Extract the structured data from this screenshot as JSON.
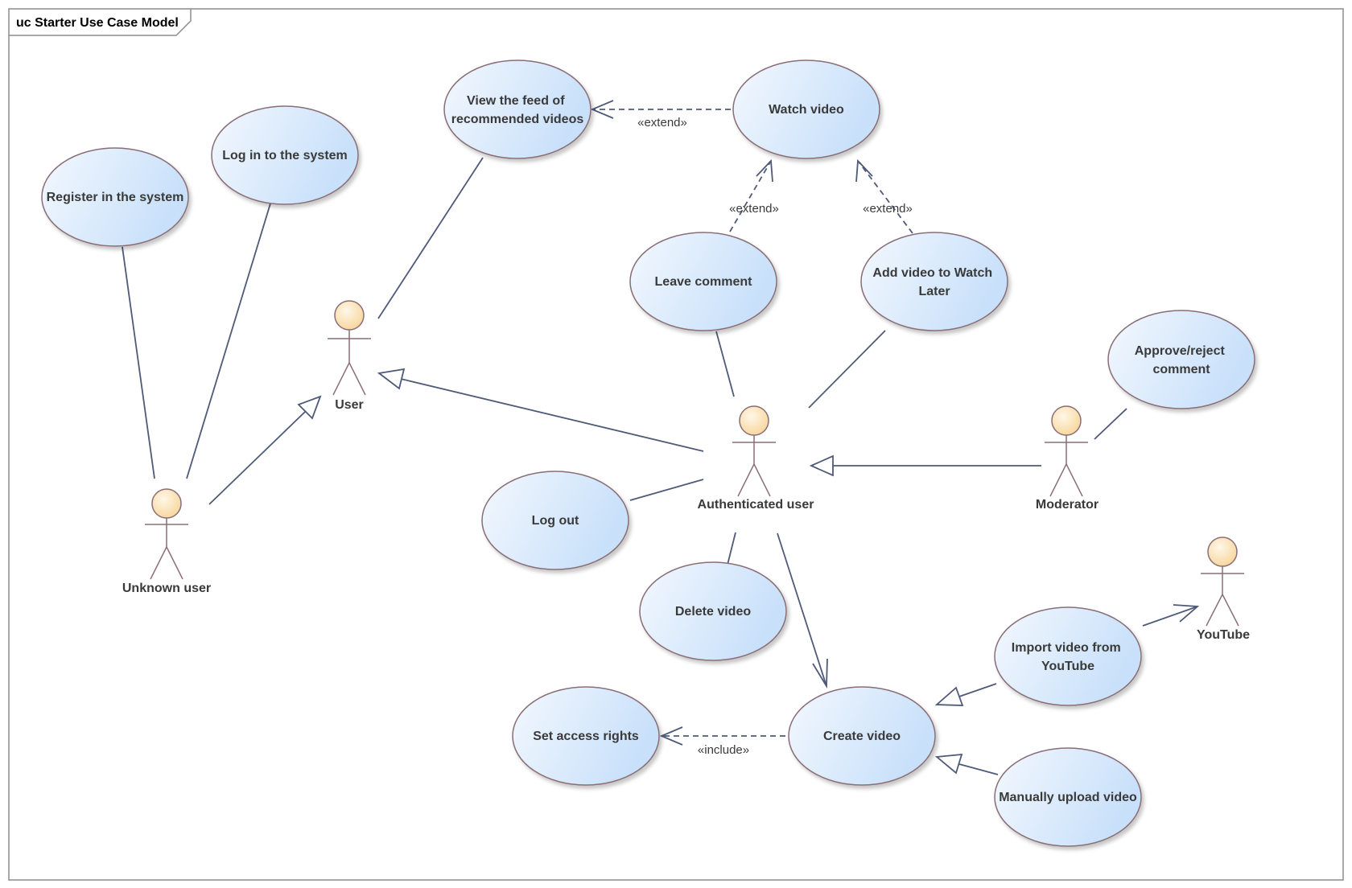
{
  "frame": {
    "title": "uc Starter Use Case Model"
  },
  "colors": {
    "ellipse_fill_light": "#f3f8fe",
    "ellipse_fill_dark": "#c8e0fa",
    "ellipse_stroke": "#8a6e76",
    "actor_head_light": "#fff7e8",
    "actor_head_dark": "#f7d59a",
    "actor_stroke": "#8a6e76",
    "line": "#4f5a78",
    "frame_stroke": "#8c8c8c"
  },
  "use_cases": {
    "view_feed": [
      "View the feed of",
      "recommended videos"
    ],
    "watch_video": [
      "Watch video"
    ],
    "log_in": [
      "Log in to the system"
    ],
    "register": [
      "Register in the system"
    ],
    "leave_comment": [
      "Leave comment"
    ],
    "add_watch_later": [
      "Add video to Watch",
      "Later"
    ],
    "approve_reject": [
      "Approve/reject",
      "comment"
    ],
    "log_out": [
      "Log out"
    ],
    "delete_video": [
      "Delete video"
    ],
    "import_youtube": [
      "Import video from",
      "YouTube"
    ],
    "set_access": [
      "Set access rights"
    ],
    "create_video": [
      "Create video"
    ],
    "manual_upload": [
      "Manually upload video"
    ]
  },
  "actors": {
    "user": "User",
    "unknown_user": "Unknown user",
    "authenticated_user": "Authenticated user",
    "moderator": "Moderator",
    "youtube": "YouTube"
  },
  "stereotypes": {
    "extend": "«extend»",
    "include": "«include»"
  }
}
